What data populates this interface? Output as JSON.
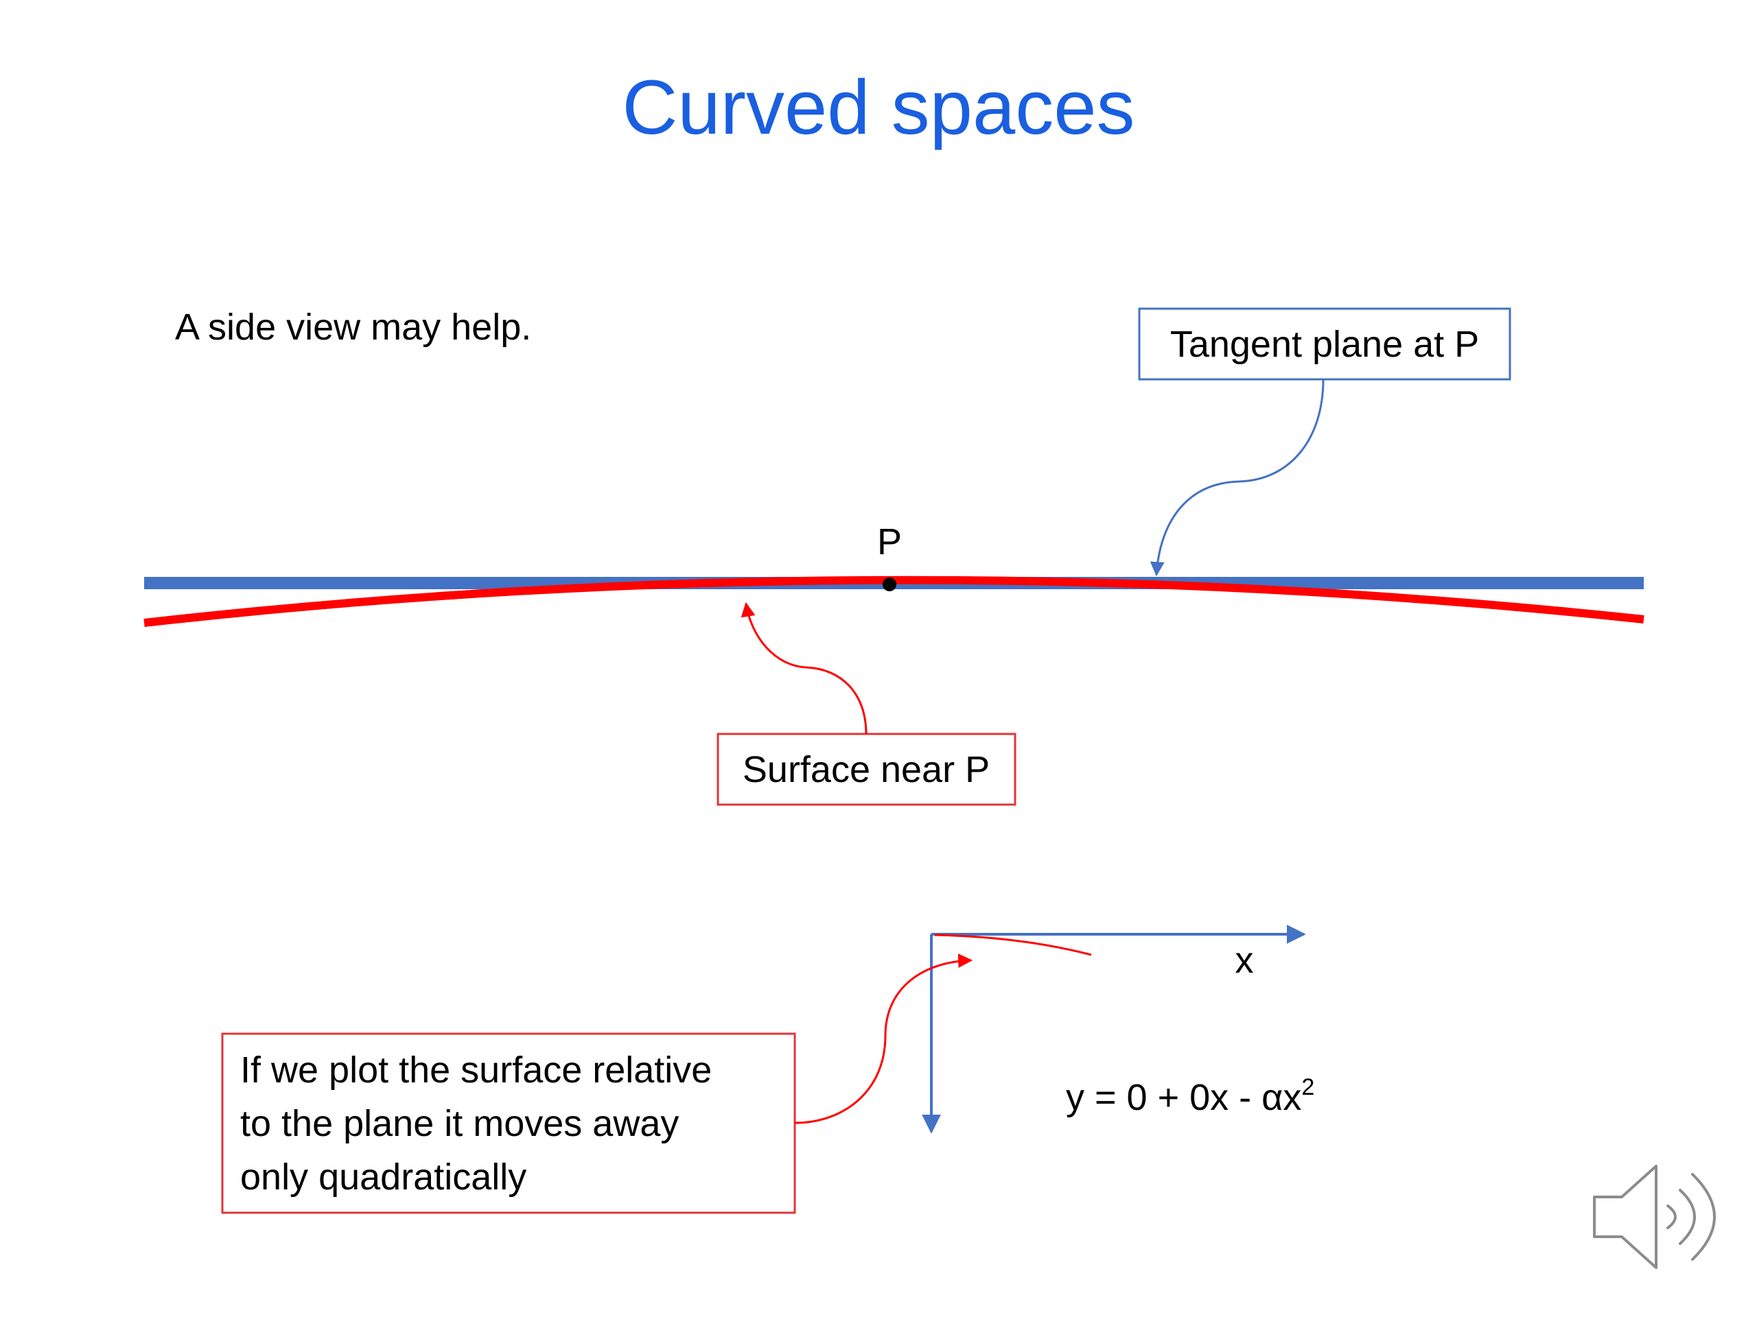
{
  "slide": {
    "title": "Curved spaces",
    "intro_text": "A side view may help."
  },
  "diagram": {
    "point_label": "P",
    "tangent_callout": "Tangent plane at P",
    "surface_callout": "Surface near P",
    "plot_callout_lines": [
      "If we plot the surface relative",
      "to the plane it moves away",
      "only quadratically"
    ],
    "x_axis_label": "x",
    "equation": {
      "base": "y = 0 + 0x - αx",
      "superscript": "2"
    }
  },
  "colors": {
    "title": "#1a5fe0",
    "tangent_plane": "#4472c4",
    "surface": "#ff0000",
    "callout_red_border": "#e0353a",
    "text": "#000000"
  },
  "icons": {
    "audio": "speaker-icon"
  }
}
